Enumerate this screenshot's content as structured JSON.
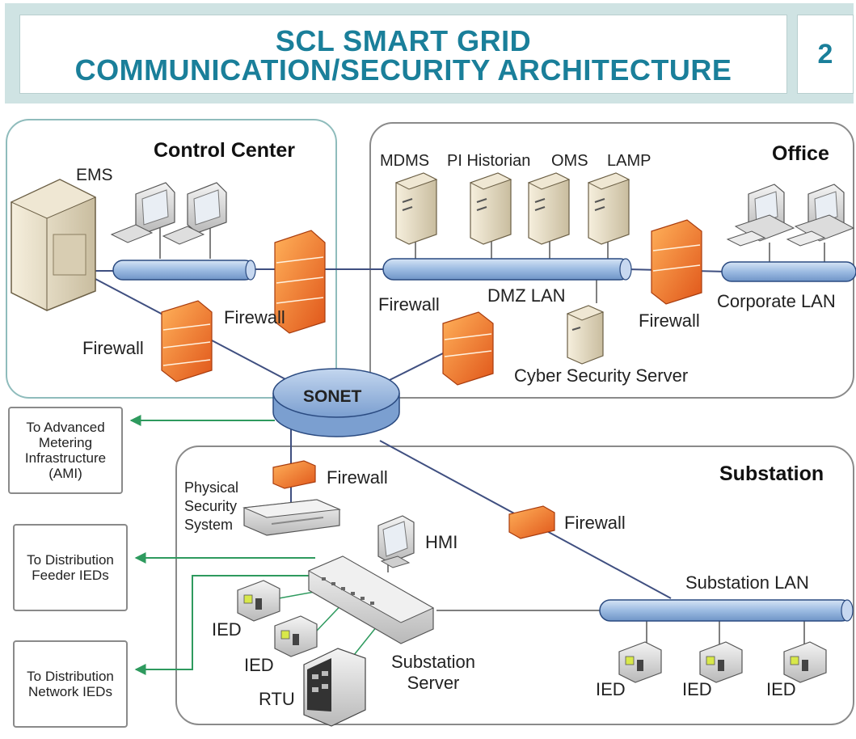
{
  "header": {
    "title_line1": "SCL SMART GRID",
    "title_line2": "COMMUNICATION/SECURITY ARCHITECTURE",
    "page_number": "2"
  },
  "zones": {
    "control_center": "Control Center",
    "office": "Office",
    "substation": "Substation"
  },
  "labels": {
    "ems": "EMS",
    "mdms": "MDMS",
    "pi_historian": "PI Historian",
    "oms": "OMS",
    "lamp": "LAMP",
    "dmz_lan": "DMZ LAN",
    "corporate_lan": "Corporate LAN",
    "cyber_security_server": "Cyber Security Server",
    "sonet": "SONET",
    "firewall": "Firewall",
    "physical_security_line1": "Physical",
    "physical_security_line2": "Security",
    "physical_security_line3": "System",
    "hmi": "HMI",
    "ied": "IED",
    "rtu": "RTU",
    "substation_server_line1": "Substation",
    "substation_server_line2": "Server",
    "substation_lan": "Substation LAN"
  },
  "external": {
    "ami_line1": "To Advanced",
    "ami_line2": "Metering",
    "ami_line3": "Infrastructure",
    "ami_line4": "(AMI)",
    "feeder_line1": "To Distribution",
    "feeder_line2": "Feeder IEDs",
    "network_line1": "To Distribution",
    "network_line2": "Network IEDs"
  },
  "colors": {
    "accent_teal": "#1a7f9a",
    "zone_border_control": "#8fbcbc",
    "lan_blue": "#a9c4e6",
    "firewall_orange": "#f07a26",
    "arrow_green": "#2e9a5e",
    "sonet_blue": "#8fb0dc"
  }
}
